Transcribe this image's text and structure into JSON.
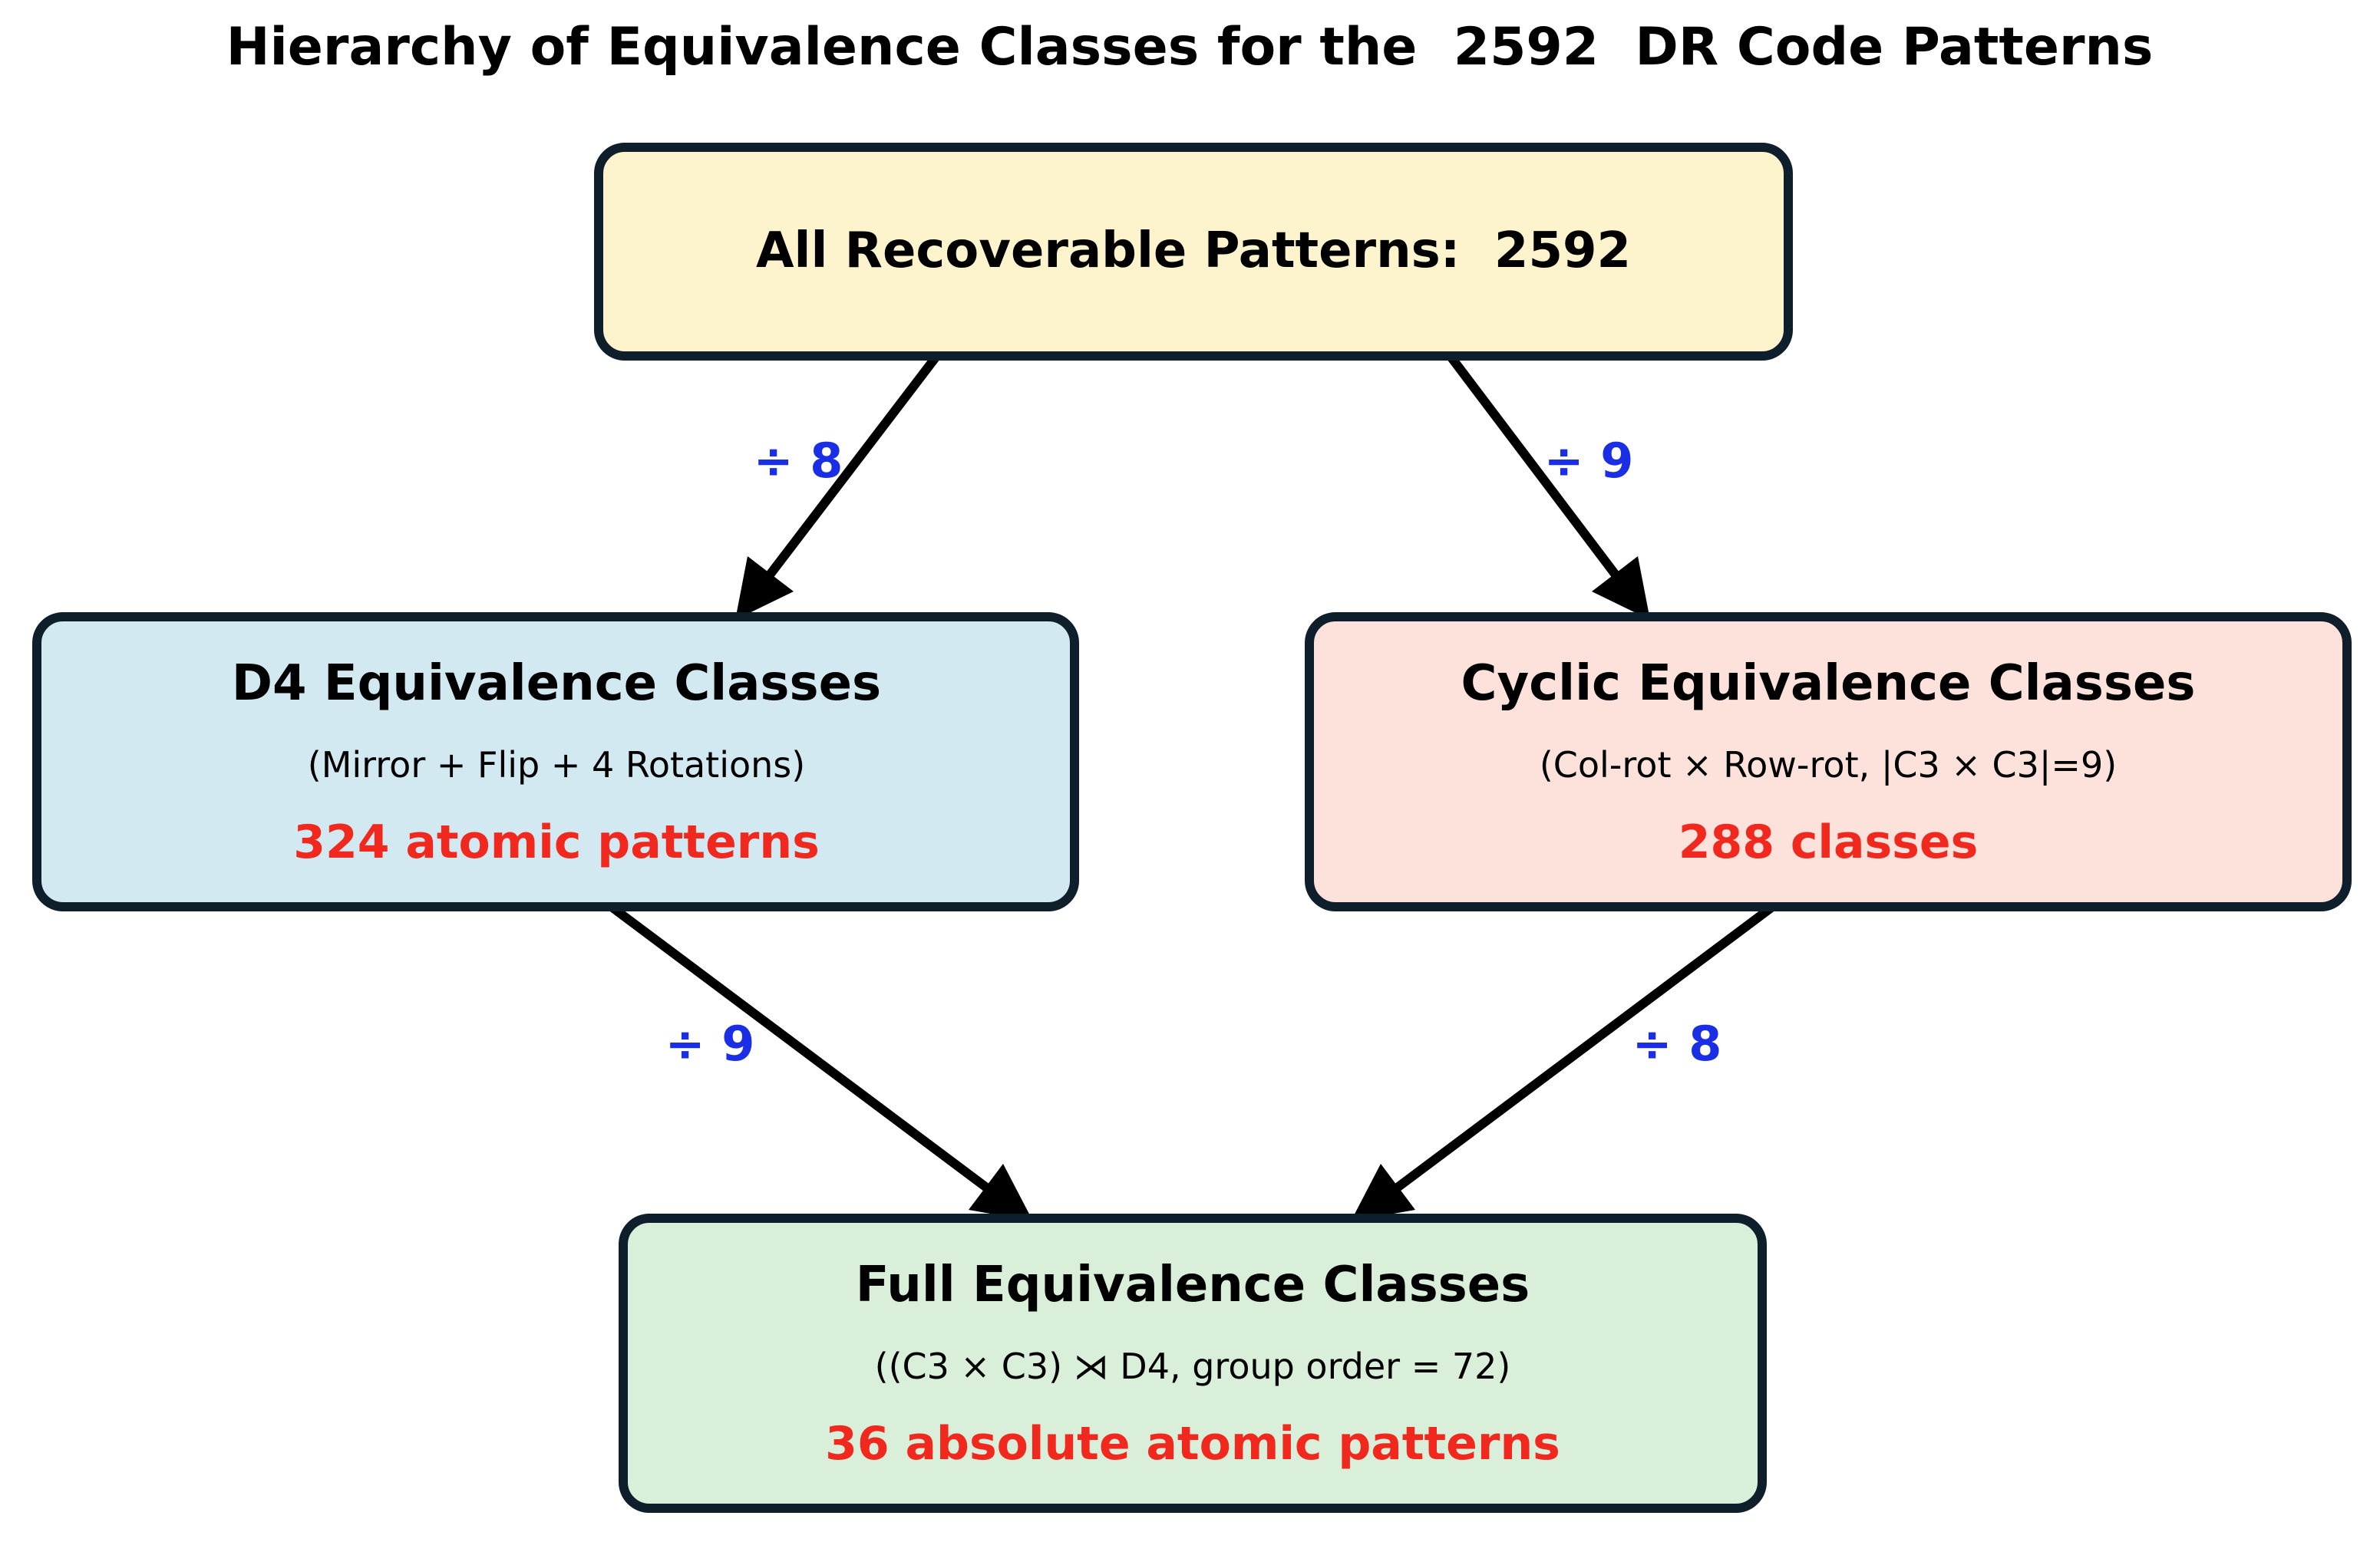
{
  "title": "Hierarchy of Equivalence Classes for the  2592  DR Code Patterns",
  "colors": {
    "count_text": "#f0281e",
    "edge_label": "#1a2ee6",
    "root_fill": "#fdf3cc",
    "d4_fill": "#d2e9f2",
    "cyclic_fill": "#fde1db",
    "full_fill": "#d9efda",
    "box_border": "#0e1e2b"
  },
  "nodes": {
    "root": {
      "title": "All Recoverable Patterns:  2592"
    },
    "d4": {
      "title": "D4 Equivalence Classes",
      "subtitle": "(Mirror + Flip + 4 Rotations)",
      "count": "324 atomic patterns"
    },
    "cyclic": {
      "title": "Cyclic Equivalence Classes",
      "subtitle": "(Col-rot × Row-rot, |C3 × C3|=9)",
      "count": "288 classes"
    },
    "full": {
      "title": "Full Equivalence Classes",
      "subtitle": "((C3 × C3) ⋊ D4, group order = 72)",
      "count": "36 absolute atomic patterns"
    }
  },
  "edges": {
    "root_to_d4": "÷ 8",
    "root_to_cyclic": "÷ 9",
    "d4_to_full": "÷ 9",
    "cyclic_to_full": "÷ 8"
  }
}
